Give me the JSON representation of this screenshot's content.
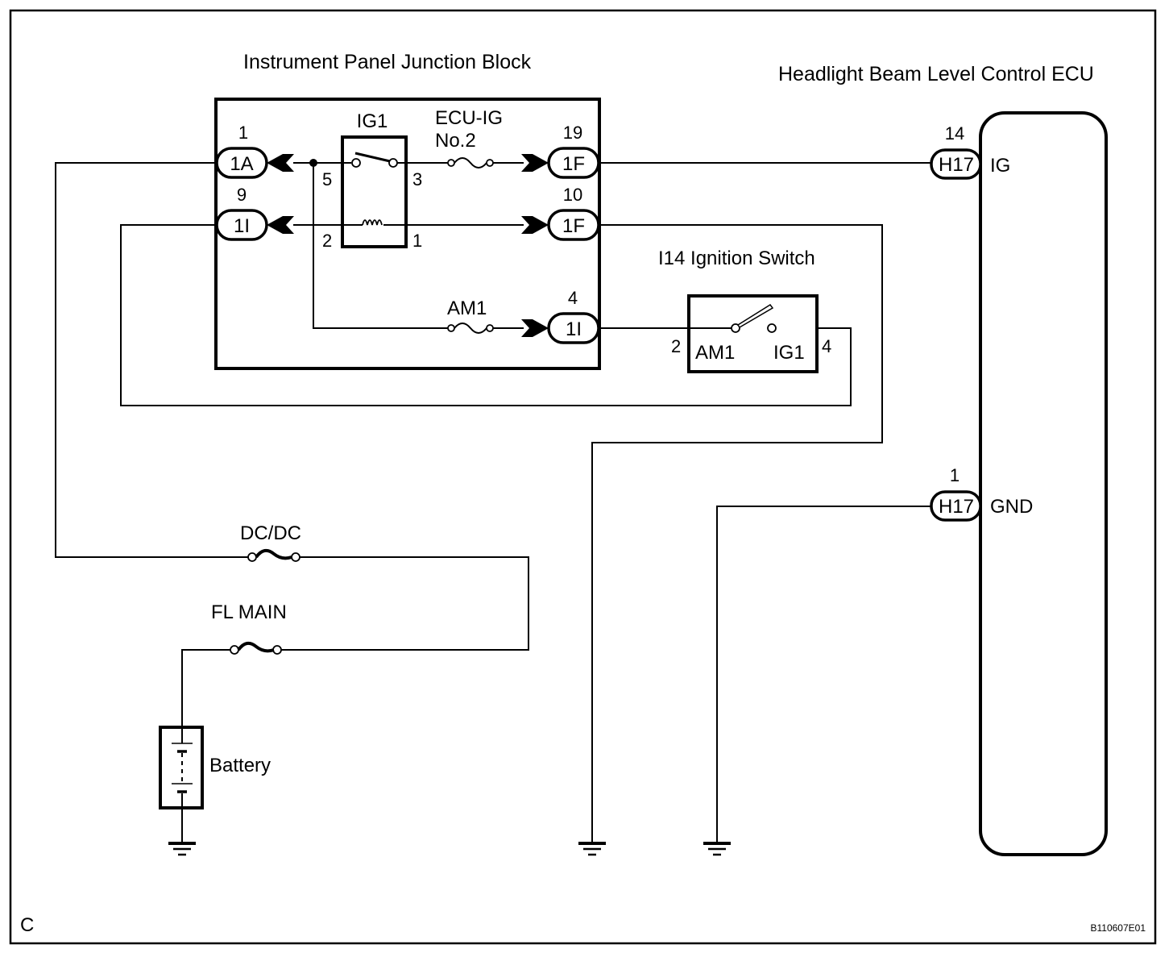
{
  "diagram": {
    "code": "C",
    "figure_id": "B110607E01",
    "colors": {
      "line": "#000000",
      "background": "#ffffff"
    },
    "junction_block": {
      "title": "Instrument Panel Junction Block",
      "relay": {
        "name": "IG1",
        "pins": [
          "5",
          "3",
          "2",
          "1"
        ]
      },
      "fuses": [
        {
          "name_line1": "ECU-IG",
          "name_line2": "No.2"
        },
        {
          "name": "AM1"
        }
      ],
      "connectors": [
        {
          "pin": "1",
          "code": "1A"
        },
        {
          "pin": "9",
          "code": "1I"
        },
        {
          "pin": "19",
          "code": "1F"
        },
        {
          "pin": "10",
          "code": "1F"
        },
        {
          "pin": "4",
          "code": "1I"
        }
      ]
    },
    "ignition_switch": {
      "title": "I14 Ignition Switch",
      "left_pin": "2",
      "right_pin": "4",
      "left_terminal": "AM1",
      "right_terminal": "IG1"
    },
    "ecu": {
      "title": "Headlight Beam Level Control ECU",
      "terminals": [
        {
          "pin": "14",
          "code": "H17",
          "name": "IG"
        },
        {
          "pin": "1",
          "code": "H17",
          "name": "GND"
        }
      ]
    },
    "fusible_links": [
      {
        "name": "DC/DC"
      },
      {
        "name": "FL MAIN"
      }
    ],
    "battery": {
      "label": "Battery"
    },
    "grounds": [
      "battery-ground",
      "junction-ground",
      "ecu-ground"
    ]
  }
}
